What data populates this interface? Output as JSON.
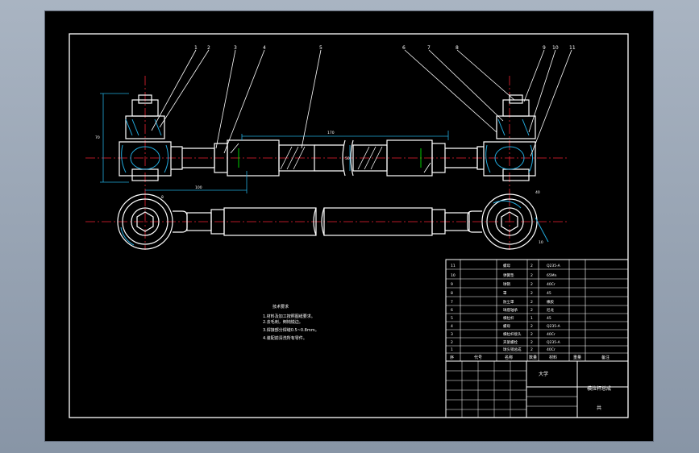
{
  "drawing": {
    "part_labels": [
      "1",
      "2",
      "3",
      "4",
      "5",
      "6",
      "7",
      "8",
      "9",
      "10",
      "11"
    ],
    "dimensions": {
      "height": "70",
      "length": "170",
      "offset": "100",
      "dia": "50",
      "ang_left": "8",
      "ang_right_top": "40",
      "ang_right_bot": "10"
    },
    "tech_requirements": {
      "title": "技术要求",
      "items": [
        "1.材料及加工按照图纸要求。",
        "2.去毛刺，倒钝锐边。",
        "3.焊接部分焊缝0.5~0.8mm。",
        "4.装配前清洗所有零件。"
      ]
    },
    "title_block": {
      "parts_rows": [
        {
          "no": "11",
          "name": "螺母",
          "qty": "2",
          "mat": "Q235-A"
        },
        {
          "no": "10",
          "name": "弹簧垫",
          "qty": "2",
          "mat": "65Mn"
        },
        {
          "no": "9",
          "name": "球销",
          "qty": "2",
          "mat": "40Cr"
        },
        {
          "no": "8",
          "name": "罩",
          "qty": "2",
          "mat": "45"
        },
        {
          "no": "7",
          "name": "防尘罩",
          "qty": "2",
          "mat": "橡胶"
        },
        {
          "no": "6",
          "name": "球座轴承",
          "qty": "2",
          "mat": "尼龙"
        },
        {
          "no": "5",
          "name": "横拉杆",
          "qty": "1",
          "mat": "45"
        },
        {
          "no": "4",
          "name": "螺母",
          "qty": "2",
          "mat": "Q235-A"
        },
        {
          "no": "3",
          "name": "横拉杆接头",
          "qty": "2",
          "mat": "40Cr"
        },
        {
          "no": "2",
          "name": "夹紧螺栓",
          "qty": "2",
          "mat": "Q235-A"
        },
        {
          "no": "1",
          "name": "球头销总成",
          "qty": "2",
          "mat": "40Cr"
        }
      ],
      "header": [
        "序",
        "代号",
        "名称",
        "数量",
        "材料",
        "重量",
        "备注"
      ],
      "school": "大学",
      "drawing_name": "横拉杆总成",
      "sheet": "共"
    }
  }
}
